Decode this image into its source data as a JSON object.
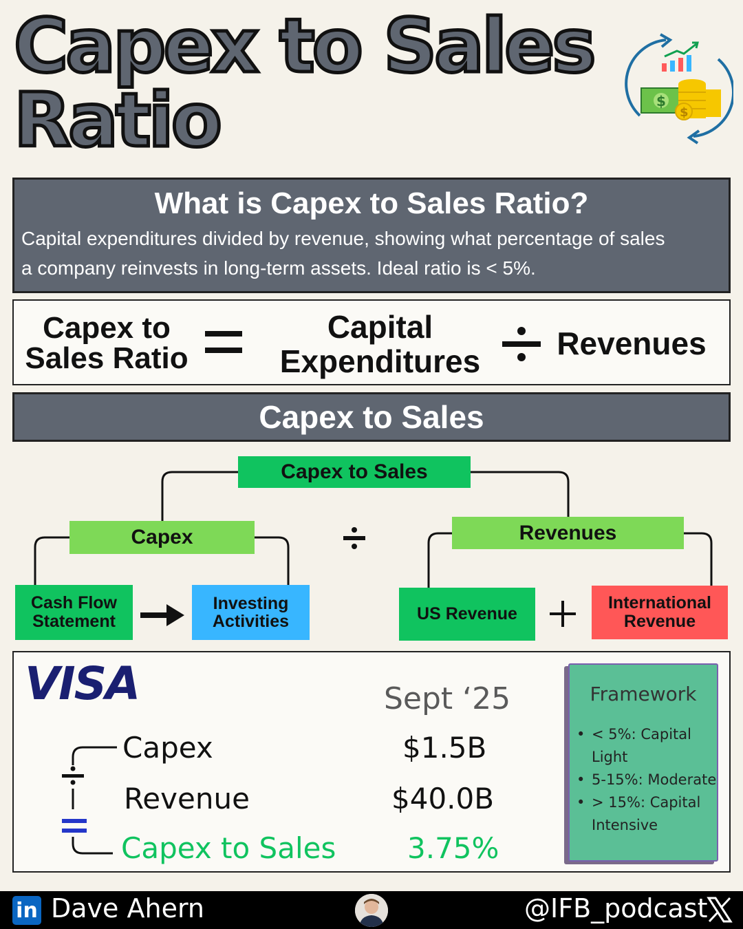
{
  "title": {
    "line1": "Capex to Sales",
    "line2": "Ratio"
  },
  "definition": {
    "heading": "What is Capex to Sales Ratio?",
    "text_line1": "Capital expenditures divided by revenue, showing what percentage of sales",
    "text_line2": "a company reinvests in long-term assets. Ideal ratio is < 5%."
  },
  "formula": {
    "lhs_line1": "Capex to",
    "lhs_line2": "Sales Ratio",
    "numerator_line1": "Capital",
    "numerator_line2": "Expenditures",
    "denominator": "Revenues"
  },
  "section_title": "Capex to Sales",
  "tree": {
    "root": "Capex to Sales",
    "left": "Capex",
    "right": "Revenues",
    "left_child1_line1": "Cash Flow",
    "left_child1_line2": "Statement",
    "left_child2_line1": "Investing",
    "left_child2_line2": "Activities",
    "right_child1": "US Revenue",
    "right_child2_line1": "International",
    "right_child2_line2": "Revenue"
  },
  "example": {
    "company_logo": "VISA",
    "period": "Sept ‘25",
    "rows": [
      {
        "label": "Capex",
        "value": "$1.5B"
      },
      {
        "label": "Revenue",
        "value": "$40.0B"
      },
      {
        "label": "Capex to Sales",
        "value": "3.75%"
      }
    ]
  },
  "framework": {
    "title": "Framework",
    "items": [
      {
        "line1": "< 5%: Capital",
        "line2": "Light"
      },
      {
        "line1": "5-15%: Moderate",
        "line2": ""
      },
      {
        "line1": "> 15%: Capital",
        "line2": "Intensive"
      }
    ]
  },
  "footer": {
    "linkedin_badge": "in",
    "name": "Dave Ahern",
    "handle": "@IFB_podcast"
  },
  "colors": {
    "dark_green": "#10c35f",
    "light_green": "#7ed957",
    "blue": "#38b6ff",
    "red": "#ff5757",
    "slate": "#5f6671"
  }
}
